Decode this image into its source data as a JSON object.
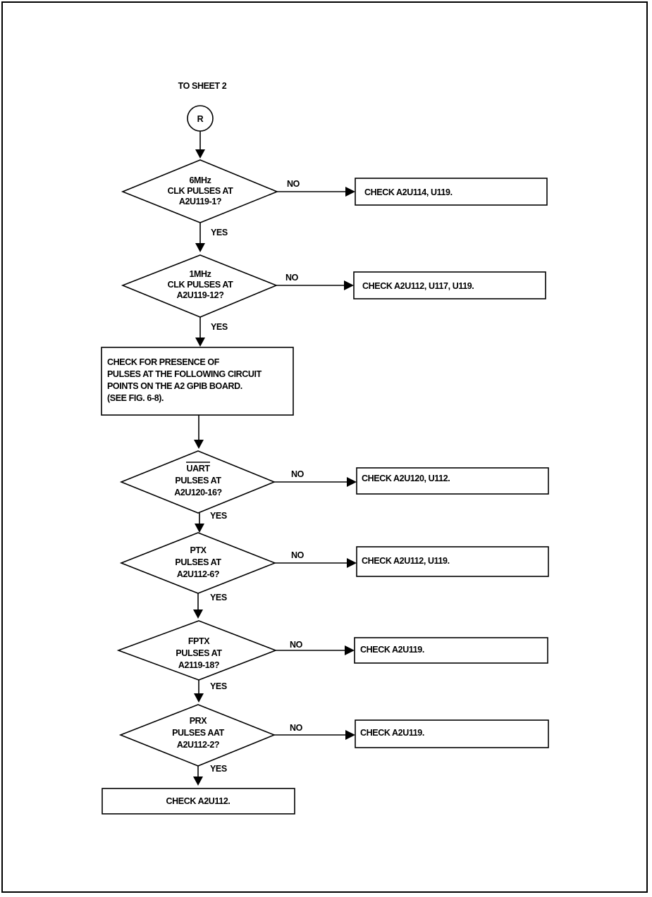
{
  "connector": {
    "note": "TO SHEET 2",
    "label": "R"
  },
  "branch_labels": {
    "no": "NO",
    "yes": "YES"
  },
  "process_box": {
    "lines": [
      "CHECK FOR PRESENCE OF",
      "PULSES AT THE FOLLOWING CIRCUIT",
      "POINTS ON THE A2  GPIB BOARD.",
      "(SEE FIG. 6-8)."
    ]
  },
  "decisions": [
    {
      "lines": [
        "6MHz",
        "CLK PULSES AT",
        "A2U119-1?"
      ],
      "no_action": "CHECK A2U114, U119."
    },
    {
      "lines": [
        "1MHz",
        "CLK PULSES AT",
        "A2U119-12?"
      ],
      "no_action": "CHECK A2U112, U117, U119."
    },
    {
      "lines": [
        "UART",
        "PULSES AT",
        "A2U120-16?"
      ],
      "no_action": "CHECK A2U120, U112."
    },
    {
      "lines": [
        "PTX",
        "PULSES AT",
        "A2U112-6?"
      ],
      "no_action": "CHECK A2U112, U119."
    },
    {
      "lines": [
        "FPTX",
        "PULSES AT",
        "A2119-18?"
      ],
      "no_action": "CHECK A2U119."
    },
    {
      "lines": [
        "PRX",
        "PULSES AAT",
        "A2U112-2?"
      ],
      "no_action": "CHECK A2U119."
    }
  ],
  "final_action": "CHECK A2U112."
}
